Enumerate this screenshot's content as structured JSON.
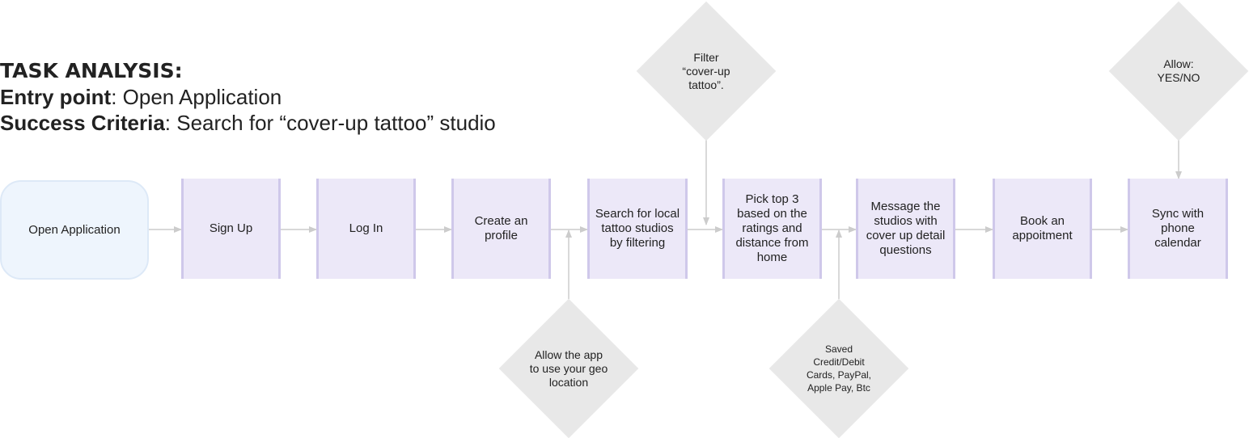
{
  "header": {
    "title": "TASK ANALYSIS:",
    "entry_label": "Entry point",
    "entry_value": ": Open Application",
    "success_label": "Success Criteria",
    "success_value": ": Search for “cover-up tattoo” studio"
  },
  "flow": {
    "start": "Open Application",
    "steps": [
      "Sign Up",
      "Log In",
      "Create an\nprofile",
      "Search for local\ntattoo studios\nby filtering",
      "Pick top 3\nbased on the\nratings and\ndistance from\nhome",
      "Message the\nstudios with\ncover up detail\nquestions",
      "Book an\nappoitment",
      "Sync with\nphone\ncalendar"
    ]
  },
  "decisions": {
    "filter": "Filter\n“cover-up\ntattoo”.",
    "allow_sync": "Allow:\nYES/NO",
    "geo": "Allow the app\nto use your geo\nlocation",
    "payment": "Saved\nCredit/Debit\nCards, PayPal,\nApple Pay, Btc"
  },
  "colors": {
    "process_fill": "#ece8f8",
    "start_fill": "#eef5fd",
    "decision_fill": "#e8e8e8",
    "connector": "#cccccc"
  }
}
